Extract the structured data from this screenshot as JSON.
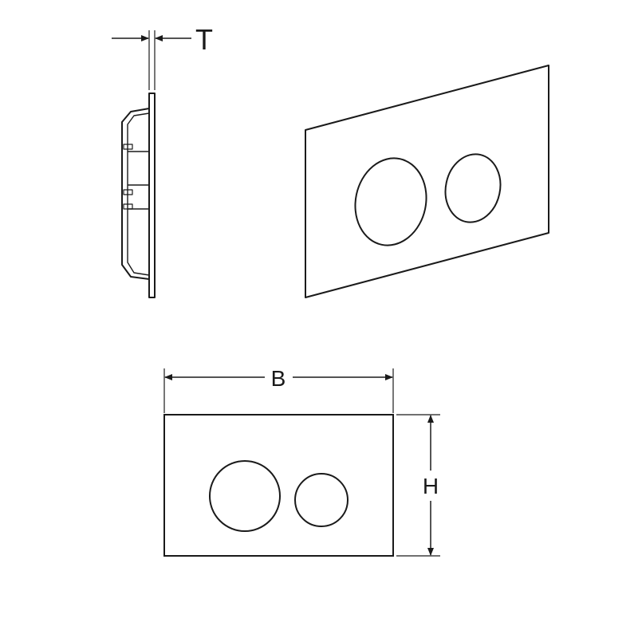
{
  "colors": {
    "background": "#ffffff",
    "line": "#1a1a1a"
  },
  "dimensions": {
    "thickness_label": "T",
    "width_label": "B",
    "height_label": "H"
  },
  "views": {
    "side": {},
    "perspective": {
      "buttons": [
        "large",
        "small"
      ]
    },
    "front": {
      "buttons": [
        "large",
        "small"
      ]
    }
  }
}
